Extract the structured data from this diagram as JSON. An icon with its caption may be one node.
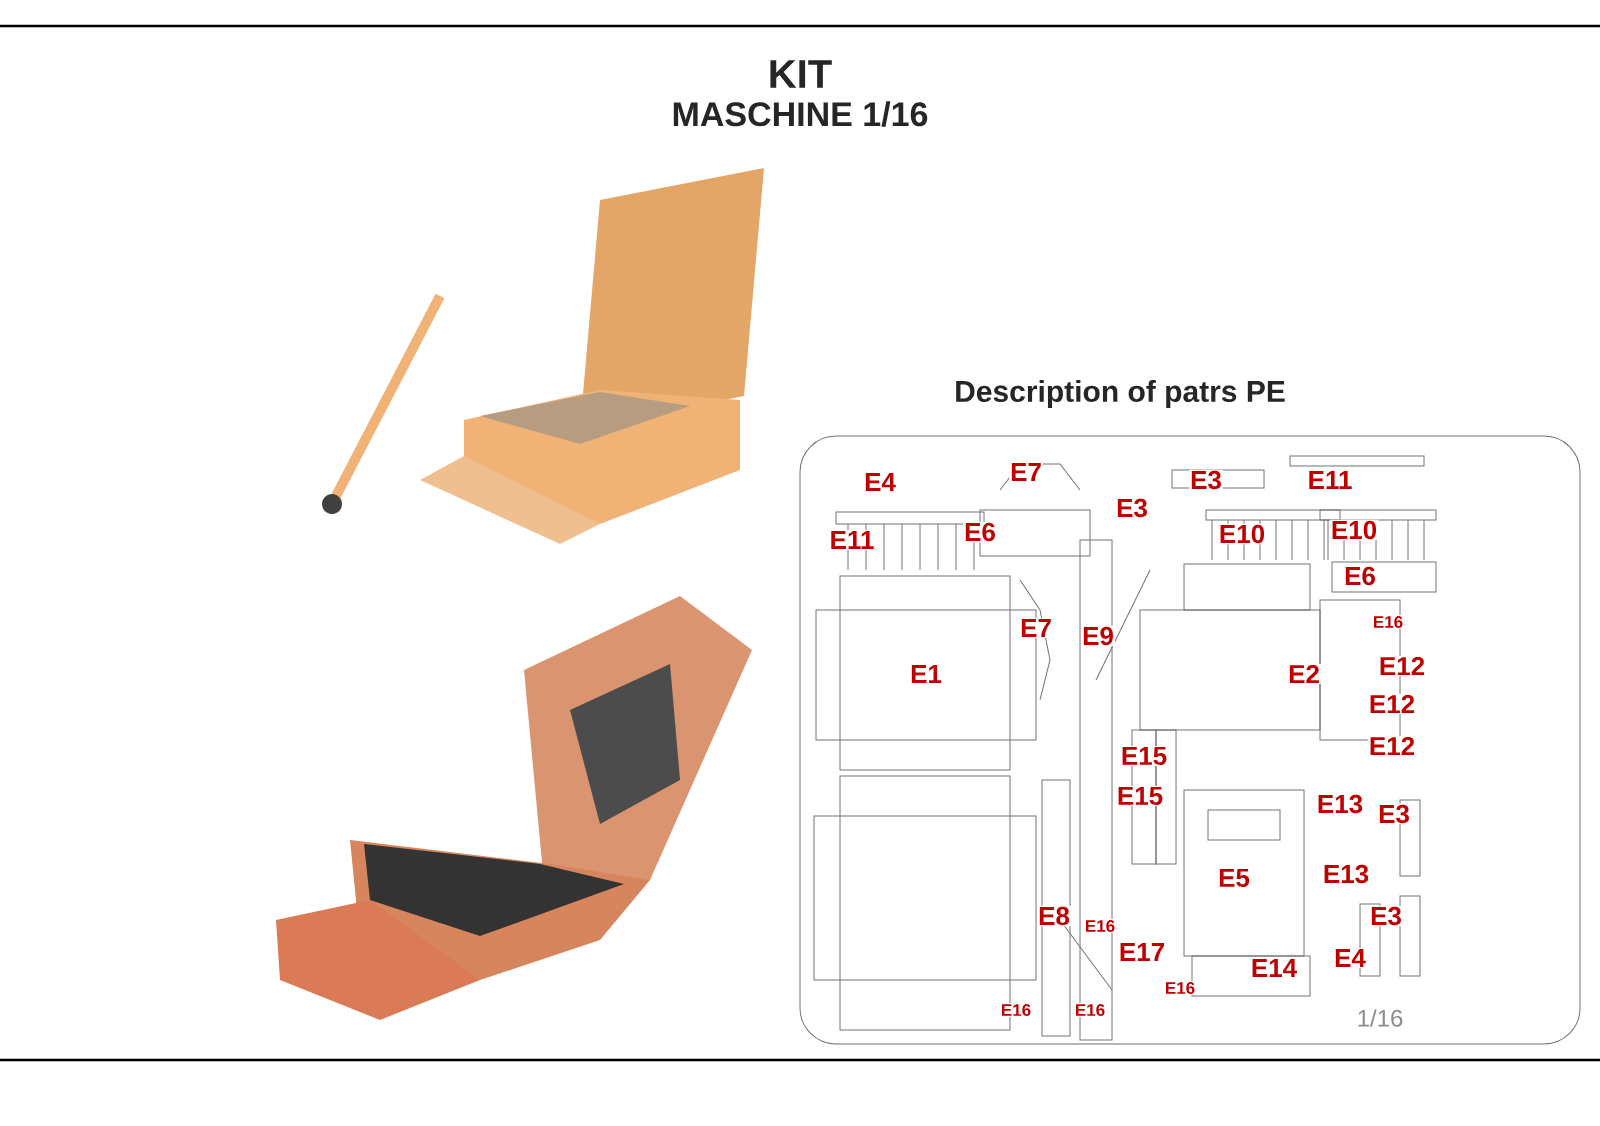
{
  "diagram": {
    "title": "KIT",
    "labels": [
      "MASCHINE 1/16",
      "Description of patrs PE",
      "E4",
      "E7",
      "E3",
      "E3",
      "E11",
      "E11",
      "E6",
      "E10",
      "E10",
      "E6",
      "E16",
      "E7",
      "E9",
      "E1",
      "E2",
      "E12",
      "E12",
      "E12",
      "E15",
      "E15",
      "E13",
      "E3",
      "E5",
      "E13",
      "E8",
      "E16",
      "E3",
      "E17",
      "E4",
      "E14",
      "E16",
      "E16",
      "E16",
      "1/16"
    ]
  }
}
